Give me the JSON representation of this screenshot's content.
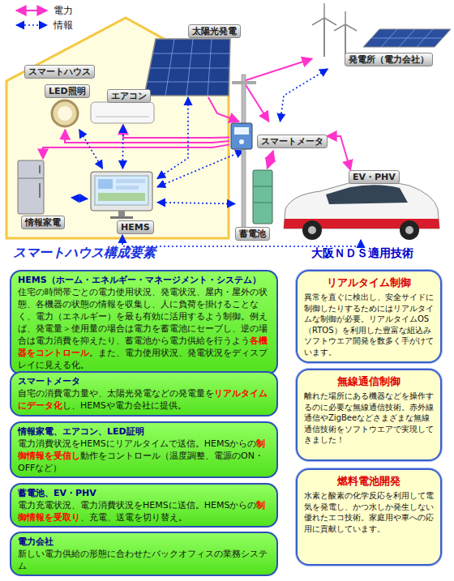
{
  "diagram": {
    "nodes": [
      {
        "text": [
          "スマートハウス"
        ]
      },
      {
        "text": [
          "LED照明"
        ],
        "in": 0
      },
      {
        "text": [
          "エアコン"
        ],
        "in": 0
      },
      {
        "text": [
          "情報家電"
        ],
        "in": 0
      },
      {
        "text": [
          "HEMS"
        ],
        "in": 0
      },
      {
        "text": [
          "太陽光発電"
        ]
      },
      {
        "text": [
          "発電所（電力会社）"
        ]
      },
      {
        "text": [
          "スマートメータ"
        ]
      },
      {
        "text": [
          "蓄電池"
        ]
      },
      {
        "text": [
          "EV・PHV"
        ]
      },
      {
        "text": [
          "HEMS（ホーム・エネルギー・マネージメント・システム）",
          "住宅の時間帯ごとの電力使用状況、発電状況、屋内・屋外の状態、各機器の状態の情報を収集し、人に負荷を掛けることなく、電力（エネルギー）を最も有効に活用するよう制御。例えば、発電量＞使用量の場合は電力を蓄電池にセーブし、逆の場合は電力消費を抑えたり、蓄電池から電力供給を行うよう各機器をコントロール。また、電力使用状況、発電状況をディスプレイに見える化。"
        ]
      },
      {
        "text": [
          "スマートメータ",
          "自宅の消費電力量や、太陽光発電などの発電量をリアルタイムにデータ化し、HEMSや電力会社に提供。"
        ]
      },
      {
        "text": [
          "情報家電、エアコン、LED証明",
          "電力消費状況をHEMSにリアルタイムで送信。HEMSからの制御情報を受信し動作をコントロール（温度調整、電源のON・OFFなど）"
        ]
      },
      {
        "text": [
          "蓄電池、EV・PHV",
          "電力充電状況、電力消費状況をHEMSに送信。HEMSからの制御情報を受取り、充電、送電を切り替え。"
        ]
      },
      {
        "text": [
          "電力会社",
          "新しい電力供給の形態に合わせたバックオフィスの業務システム"
        ]
      },
      {
        "text": [
          "リアルタイム制御",
          "異常を直ぐに検出し、安全サイドに制御したりするためにはリアルタイムな制御が必要。リアルタイムOS（RTOS）を利用した豊富な組込みソフトウエア開発を数多く手がけています。"
        ]
      },
      {
        "text": [
          "無線通信制御",
          "離れた場所にある機器などを操作するのに必要な無線通信技術。赤外線通信やZigBeeなどさまざまな無線通信技術をソフトウエアで実現してきました！"
        ]
      },
      {
        "text": [
          "燃料電池開発",
          "水素と酸素の化学反応を利用して電気を発電し、かつ水しか発生しない優れたエコ技術。家庭用や車への応用に貢献しています。"
        ]
      }
    ],
    "edges": [
      {
        "from": 6,
        "to": 7,
        "arrow": "both"
      },
      {
        "from": 5,
        "to": 7,
        "arrow": "to"
      },
      {
        "from": 7,
        "to": 1,
        "arrow": "to"
      },
      {
        "from": 7,
        "to": 2,
        "arrow": "to"
      },
      {
        "from": 7,
        "to": 3,
        "arrow": "to"
      },
      {
        "from": 7,
        "to": 8,
        "arrow": "both"
      },
      {
        "from": 7,
        "to": 9,
        "arrow": "both"
      },
      {
        "from": 4,
        "to": 1,
        "arrow": "both"
      },
      {
        "from": 4,
        "to": 2,
        "arrow": "both"
      },
      {
        "from": 4,
        "to": 3,
        "arrow": "both"
      },
      {
        "from": 4,
        "to": 8,
        "arrow": "both"
      },
      {
        "from": 4,
        "to": 7,
        "arrow": "both"
      },
      {
        "from": 4,
        "to": 9,
        "arrow": "both"
      },
      {
        "from": 7,
        "to": 6,
        "arrow": "both"
      },
      {
        "from": 4,
        "to": 5,
        "arrow": "both"
      }
    ],
    "labels": [
      "スマートハウス構成要素",
      "大阪ＮＤＳ適用技術"
    ],
    "legend": [
      {
        "text": "電力"
      },
      {
        "text": "情報"
      }
    ]
  }
}
